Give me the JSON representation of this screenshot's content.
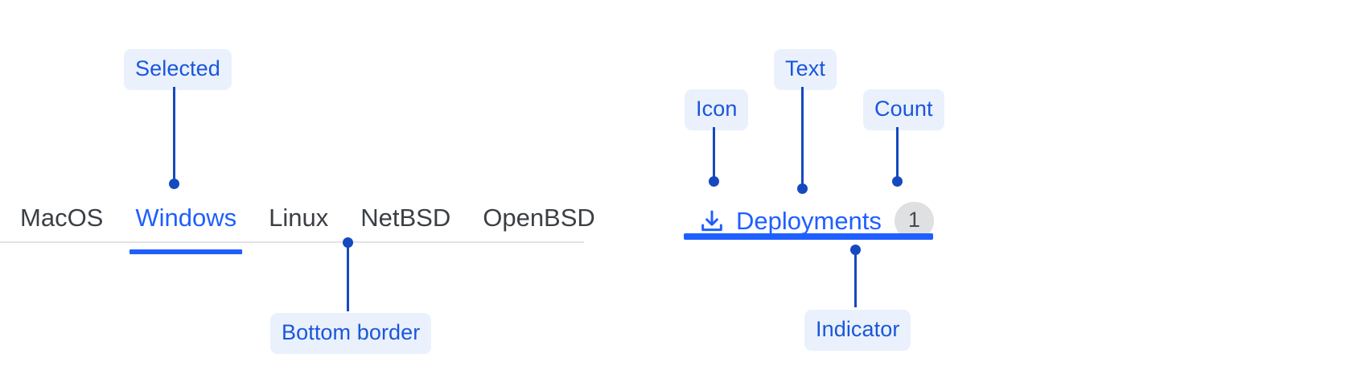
{
  "left_group": {
    "name": "os-tabs",
    "tabs": [
      {
        "label": "MacOS",
        "selected": false
      },
      {
        "label": "Windows",
        "selected": true
      },
      {
        "label": "Linux",
        "selected": false
      },
      {
        "label": "NetBSD",
        "selected": false
      },
      {
        "label": "OpenBSD",
        "selected": false
      }
    ],
    "annotations": {
      "selected": "Selected",
      "bottom_border": "Bottom border"
    }
  },
  "right_group": {
    "name": "deployments-tab",
    "icon": "download-icon",
    "label": "Deployments",
    "count": "1",
    "annotations": {
      "icon": "Icon",
      "text": "Text",
      "count": "Count",
      "indicator": "Indicator"
    }
  },
  "colors": {
    "accent_blue": "#1f5fff",
    "annotation_blue": "#1549bf",
    "annotation_text": "#1a56db",
    "annotation_bg": "#eaf1fd",
    "tab_text": "#3b3f45",
    "border_gray": "#e2e3e5",
    "badge_bg": "#dfe0e2",
    "badge_text": "#45484d"
  }
}
